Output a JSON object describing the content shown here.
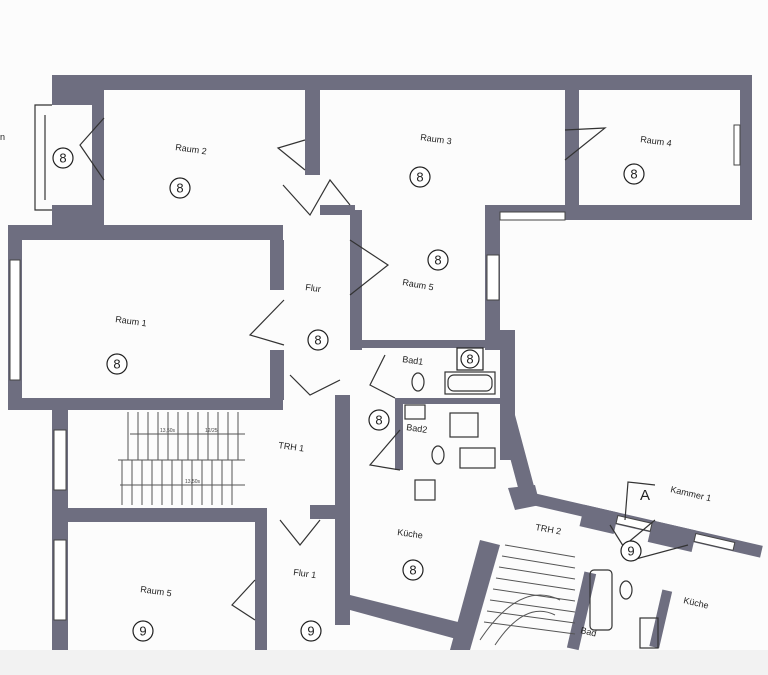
{
  "rooms": {
    "raum2": {
      "label": "Raum 2",
      "number": "8"
    },
    "raum3": {
      "label": "Raum 3",
      "number": "8"
    },
    "raum4": {
      "label": "Raum 4",
      "number": "8"
    },
    "raum1": {
      "label": "Raum 1",
      "number": "8"
    },
    "flur": {
      "label": "Flur",
      "number": "8"
    },
    "raum5_upper": {
      "label": "Raum 5",
      "number": "8"
    },
    "bad1": {
      "label": "Bad1",
      "number": "8"
    },
    "bad2": {
      "label": "Bad2",
      "number": "8"
    },
    "bay": {
      "number": "8"
    },
    "trh1": {
      "label": "TRH 1"
    },
    "kueche": {
      "label": "Küche",
      "number": "8"
    },
    "raum5_lower": {
      "label": "Raum 5",
      "number": "9"
    },
    "flur1": {
      "label": "Flur 1",
      "number": "9"
    },
    "trh2": {
      "label": "TRH 2"
    },
    "kammer1": {
      "label": "Kammer 1",
      "number": "9"
    },
    "bad": {
      "label": "Bad"
    },
    "kueche2": {
      "label": "Küche"
    }
  },
  "section_marker": "A",
  "stair_dims": [
    "13,50s",
    "12/25",
    "13,50s"
  ],
  "margin_text": "n"
}
